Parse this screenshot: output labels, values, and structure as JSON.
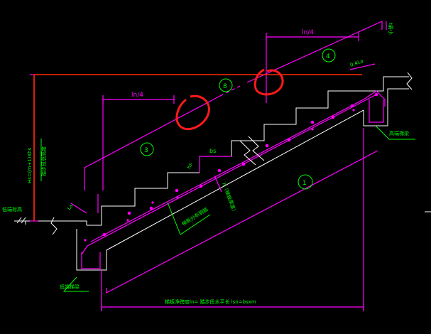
{
  "labels": {
    "ln4_top": "ln/4",
    "ln4_left": "ln/4",
    "tmin_vert": "t最小",
    "la_top": "0.4La",
    "circle_1": "1",
    "circle_3": "3",
    "circle_4": "4",
    "circle_8": "8",
    "hs_text": "hs",
    "bs_text": "bs",
    "h_text": "h（梯板厚度）",
    "la_left": "La",
    "left_elev": "低端标高",
    "hs_formula": "Hs=(m+1)Xhs",
    "hs_sub": "踏步段总高度",
    "mid_rebar": "梯板分布钢筋",
    "high_beam": "高端梯梁",
    "low_beam": "低端梯梁",
    "bottom_dim": "梯板净跨度ln= 踏步段水平长 lsn=bsxm"
  },
  "colors": {
    "background": "#000000",
    "magenta": "#ff00ff",
    "white": "#ffffff",
    "green": "#00ff00",
    "red": "#ff2a00",
    "orange": "#ff8800"
  }
}
